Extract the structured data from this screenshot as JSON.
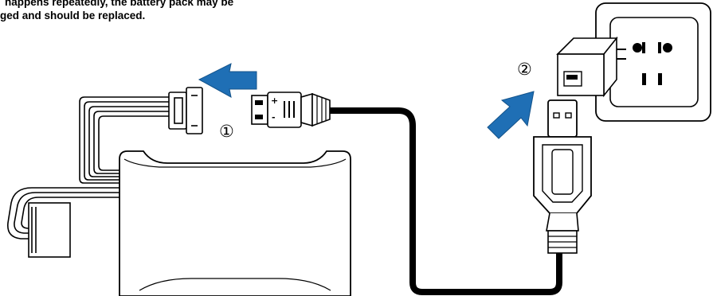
{
  "caption": {
    "line1": "happens repeatedly, the battery pack may be",
    "line2": "ged and should be replaced."
  },
  "steps": [
    {
      "marker": "①",
      "action": "connect",
      "icon": "blue-arrow-left-icon"
    },
    {
      "marker": "②",
      "action": "plug-in",
      "icon": "blue-arrow-up-right-icon"
    }
  ],
  "charger_plug": {
    "polarity_plus": "+",
    "polarity_minus": "-"
  },
  "colors": {
    "arrow": "#1f6fb5",
    "line": "#000000",
    "background": "#ffffff"
  }
}
